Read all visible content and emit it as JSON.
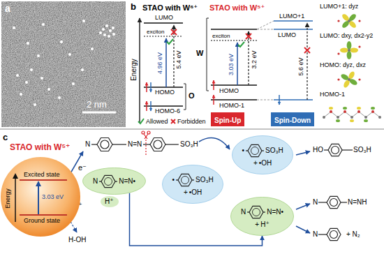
{
  "diagram": {
    "nodes": [
      {
        "text": [
          "Spin-Up"
        ]
      },
      {
        "text": [
          "Spin-Down"
        ]
      },
      {
        "text": [
          "STAO with W⁵⁺",
          "Energy",
          "Excited state",
          "3.03 eV",
          "Ground state"
        ]
      },
      {
        "text": [
          "N",
          "N=N•"
        ]
      },
      {
        "text": [
          "•",
          "SO₃H",
          "+",
          "•OH"
        ]
      },
      {
        "text": [
          "•",
          "SO₃H",
          "+",
          "•OH"
        ]
      },
      {
        "text": [
          "N",
          "N=N•",
          "+",
          "H⁺"
        ]
      }
    ],
    "edges": [
      {
        "from": 3,
        "to": 6,
        "arrow": "to"
      }
    ],
    "labels": [
      "a",
      "2 nm",
      "b",
      "STAO with W⁶⁺",
      "STAO with W⁵⁺",
      "LUMO",
      "exciton",
      "4.96 eV",
      "5.4 eV",
      "HOMO",
      "HOMO-6",
      "O",
      "W",
      "Energy",
      "LUMO+1",
      "LUMO",
      "exciton",
      "3.03 eV",
      "3.2 eV",
      "5.6 eV",
      "HOMO",
      "HOMO-1",
      "LUMO+1: dyz",
      "LUMO: dxy, dx2-y2",
      "HOMO: dyz, dxz",
      "HOMO-1",
      "c",
      "N",
      "N=N",
      "SO₃H",
      "e⁻",
      "h⁺",
      "H-OH",
      "H⁺",
      "HO",
      "SO₃H",
      "N",
      "N=NH",
      "N",
      "+ N₂"
    ],
    "legend": [
      {
        "text": "Allowed"
      },
      {
        "text": "Forbidden"
      }
    ]
  }
}
